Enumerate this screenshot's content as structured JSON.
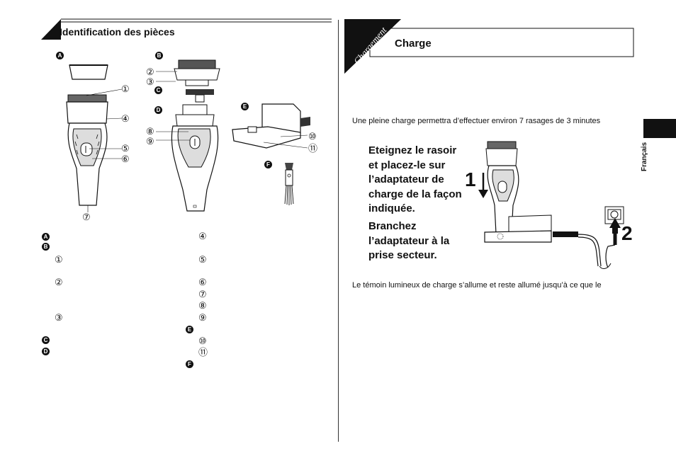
{
  "left": {
    "section_title": "Identification des pièces",
    "badges": {
      "a": "A",
      "b": "B",
      "c": "C",
      "d": "D",
      "e": "E",
      "f": "F"
    },
    "figure_numbers": [
      "①",
      "②",
      "③",
      "④",
      "⑤",
      "⑥",
      "⑦",
      "⑧",
      "⑨",
      "⑩",
      "⑪"
    ]
  },
  "right": {
    "tab_label": "Chargement",
    "section_title": "Charge",
    "intro_text": "Une pleine charge permettra d’effectuer environ 7 rasages de 3 minutes",
    "step1_text": "Eteignez le rasoir et placez-le sur l’adaptateur de charge de la façon indiquée.",
    "step1_lines": [
      "Eteignez le rasoir",
      "et placez-le sur",
      "l’adaptateur de",
      "charge de la façon",
      "indiquée."
    ],
    "step2_lines": [
      "Branchez",
      "l’adaptateur à la",
      "prise secteur."
    ],
    "step_numbers": [
      "1",
      "2"
    ],
    "indicator_text": "Le témoin lumineux de charge s’allume et reste allumé jusqu’à ce que le",
    "language": "Français"
  }
}
